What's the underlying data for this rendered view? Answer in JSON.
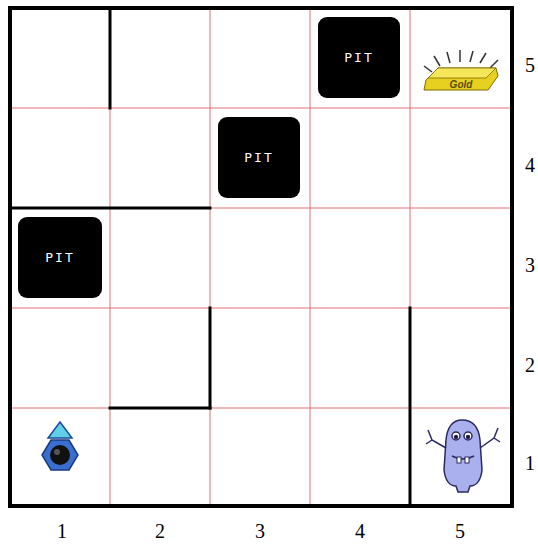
{
  "diagram": {
    "nodes": [
      {
        "text": [
          "PIT"
        ]
      },
      {
        "text": [
          "PIT"
        ]
      },
      {
        "text": [
          "PIT"
        ]
      }
    ],
    "labels": [
      "Gold",
      "5",
      "4",
      "3",
      "2",
      "1",
      "1",
      "2",
      "3",
      "4",
      "5"
    ]
  }
}
